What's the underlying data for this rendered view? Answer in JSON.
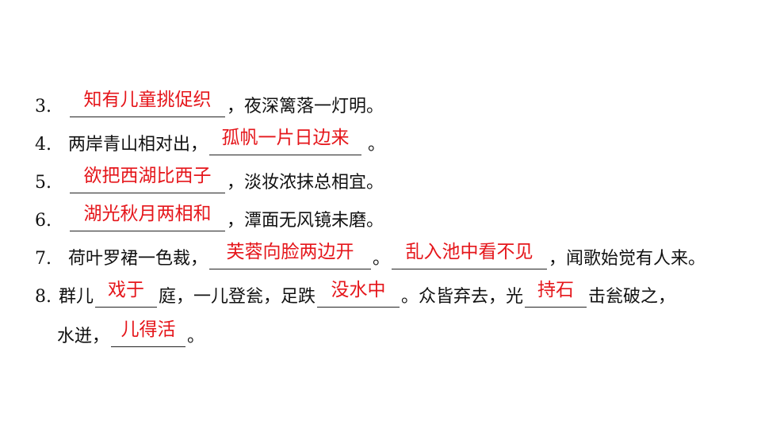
{
  "lines": [
    {
      "num": "3.",
      "blank1": "知有儿童挑促织",
      "text1": "，夜深篱落一灯明。"
    },
    {
      "num": "4.",
      "text1": "两岸青山相对出，",
      "blank1": "孤帆一片日边来",
      "text2": "。"
    },
    {
      "num": "5.",
      "blank1": "欲把西湖比西子",
      "text1": "，淡妆浓抹总相宜。"
    },
    {
      "num": "6.",
      "blank1": "湖光秋月两相和",
      "text1": "，潭面无风镜未磨。"
    },
    {
      "num": "7.",
      "text1": "荷叶罗裙一色裁，",
      "blank1": "芙蓉向脸两边开",
      "text2": "。",
      "blank2": "乱入池中看不见",
      "text3": "，闻歌始觉有人来。"
    },
    {
      "num": "8.",
      "text1": "群儿",
      "blank1": "戏于",
      "text2": "庭，一儿登瓮，足跌",
      "blank2": "没水中",
      "text3": "。众皆弃去，光",
      "blank3": "持石",
      "text4": "击瓮破之，"
    },
    {
      "text1": "水迸，",
      "blank1": "儿得活",
      "text2": "。"
    }
  ],
  "colors": {
    "answer": "#e5161b",
    "text": "#111111"
  }
}
